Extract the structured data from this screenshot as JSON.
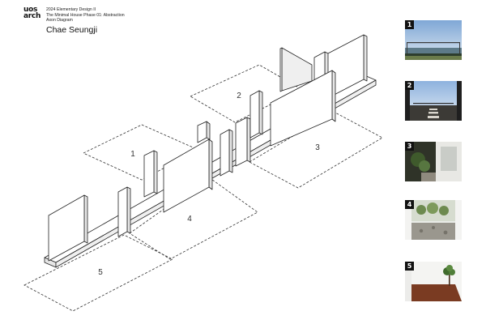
{
  "header": {
    "logo_lines": [
      "uos",
      "arch"
    ],
    "info_lines": [
      "2024 Elementary Design II",
      "The Minimal House Phase 01: Abstraction",
      "Axon Diagram"
    ],
    "author": "Chae Seungji"
  },
  "zones": [
    {
      "label": "1"
    },
    {
      "label": "2"
    },
    {
      "label": "3"
    },
    {
      "label": "4"
    },
    {
      "label": "5"
    }
  ],
  "photos": [
    {
      "number": "1",
      "scene": "rooftop-terrace-sky"
    },
    {
      "number": "2",
      "scene": "deck-with-stepping-stones"
    },
    {
      "number": "3",
      "scene": "narrow-garden-path"
    },
    {
      "number": "4",
      "scene": "stone-courtyard-ivy-wall"
    },
    {
      "number": "5",
      "scene": "tree-on-soil"
    }
  ],
  "colors": {
    "wall_front": "#ffffff",
    "wall_side": "#e6e6e6",
    "line": "#222222",
    "dash": "#333333"
  }
}
